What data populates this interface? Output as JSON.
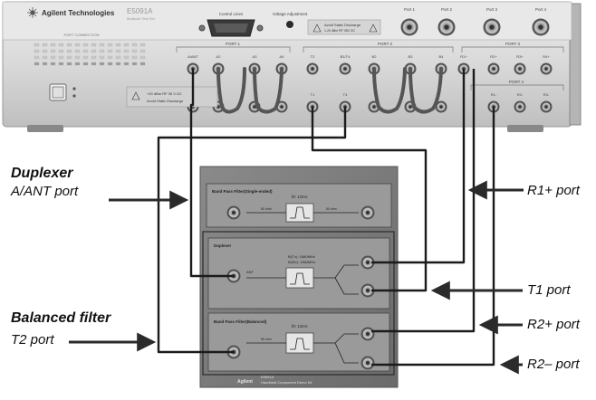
{
  "instrument": {
    "brand": "Agilent Technologies",
    "model": "E5091A",
    "model_sub": "Multiport Test Set",
    "port_connection_label": "PORT CONNECTION",
    "control_lines_label": "Control Lines",
    "voltage_adjustment_label": "Voltage Adjustment",
    "warning_text": "Avoid Static Discharge",
    "warning_spec": "1-20 dBm RF  35V DC",
    "front_warning_spec": "+20 dBm RF  35 V DC",
    "front_warning_text": "Avoid Static Discharge",
    "front_warning_code": "35 V DC",
    "rear_ports": [
      "Port 1",
      "Port 2",
      "Port 3",
      "Port 4"
    ],
    "group_labels": [
      "PORT 1",
      "PORT 2",
      "PORT 3",
      "PORT 4"
    ],
    "port1_connectors": [
      "A/ANT",
      "A2",
      "A3",
      "A4"
    ],
    "port2_connectors": [
      "T2",
      "B1/T4",
      "B2",
      "B3",
      "B4"
    ],
    "port3_connectors": [
      "R1+",
      "R2+",
      "R3+",
      "R4+"
    ],
    "port2_lower": [
      "T1",
      "T3"
    ],
    "port4_connectors": [
      "R1-",
      "R2-",
      "R3-"
    ]
  },
  "demo_kit": {
    "top_filter_title": "Band Pass Filter(Single-ended)",
    "top_filter_freq": "f0: 1GHz",
    "duplexer_title": "Duplexer",
    "duplexer_freq": "f0(Tx): 1880MHz\nf0(Rx): 1960MHz",
    "duplexer_ant": "ANT",
    "balanced_title": "Band Pass Filter(Balanced)",
    "balanced_freq": "f0: 1GHz",
    "impedance": "50 ohm",
    "kit_brand": "Agilent",
    "kit_model": "E5091A",
    "kit_name": "Handheld Component Demo Kit"
  },
  "callouts": {
    "duplexer_title": "Duplexer",
    "duplexer_port": "A/ANT port",
    "balanced_title": "Balanced filter",
    "balanced_port": "T2 port",
    "r1_plus": "R1+ port",
    "t1": "T1 port",
    "r2_plus": "R2+ port",
    "r2_minus": "R2– port"
  },
  "colors": {
    "panel": "#dcdcdc",
    "panel_dark": "#8f8f8f",
    "board": "#7a7a7a",
    "cable": "#1b1b1b",
    "arrow": "#2b2b2b"
  }
}
